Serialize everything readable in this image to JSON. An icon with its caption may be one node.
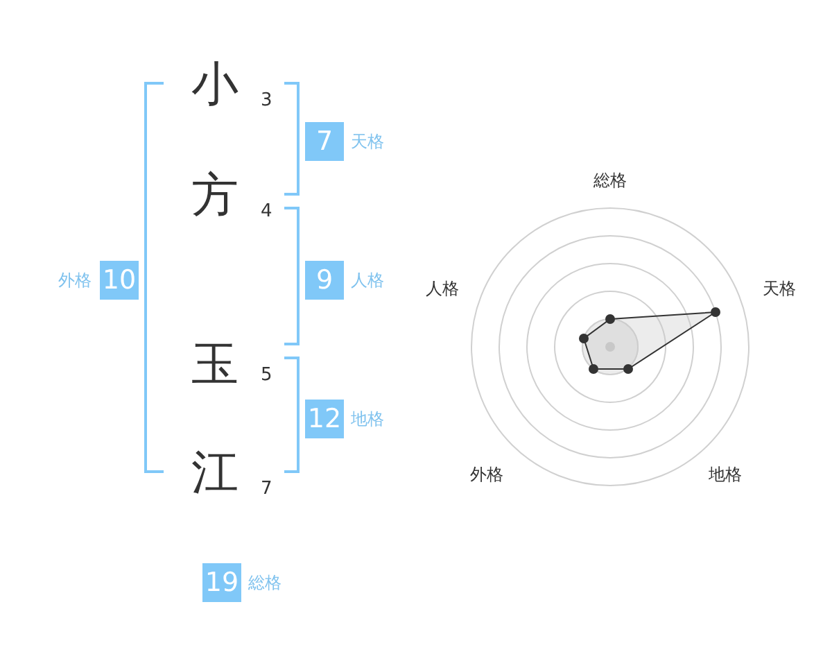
{
  "diagram": {
    "nodes": [
      {
        "text": [
          "7"
        ],
        "beside": [
          "天格"
        ]
      },
      {
        "text": [
          "10"
        ],
        "beside": [
          "外格"
        ]
      },
      {
        "text": [
          "9"
        ],
        "beside": [
          "人格"
        ]
      },
      {
        "text": [
          "12"
        ],
        "beside": [
          "地格"
        ]
      },
      {
        "text": [
          "19"
        ],
        "beside": [
          "総格"
        ]
      }
    ],
    "labels": [
      "小",
      "3",
      "方",
      "4",
      "玉",
      "5",
      "江",
      "7",
      "総格",
      "人格",
      "天格",
      "外格",
      "地格"
    ]
  }
}
